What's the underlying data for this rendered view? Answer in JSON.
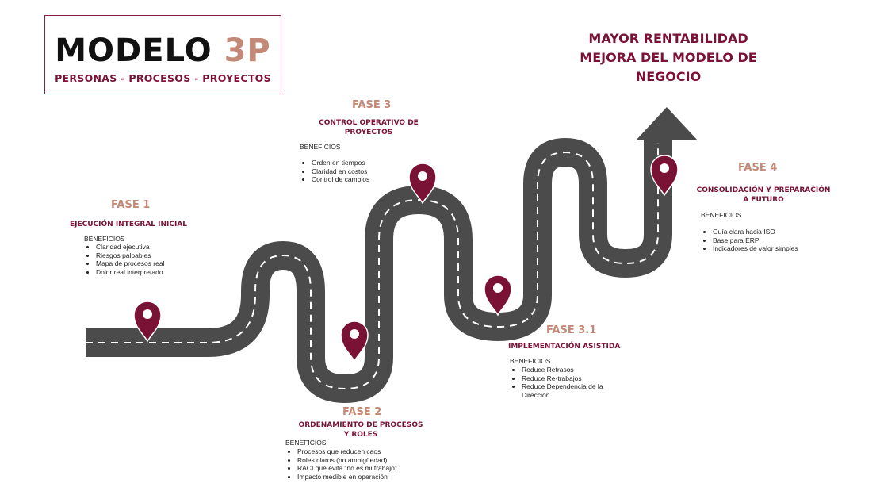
{
  "header": {
    "title_main": "MODELO",
    "title_accent": "3P",
    "subtitle": "PERSONAS - PROCESOS - PROYECTOS"
  },
  "goal": {
    "lines": [
      "MAYOR RENTABILIDAD",
      "MEJORA DEL MODELO DE",
      "NEGOCIO"
    ]
  },
  "colors": {
    "road": "#4b4b4b",
    "pin": "#7a1235",
    "phase_title": "#c38976",
    "dark_red": "#7a1235"
  },
  "phases": [
    {
      "id": "fase1",
      "title": "FASE 1",
      "subtitle": "EJECUCIÓN INTEGRAL INICIAL",
      "benefits_label": "BENEFICIOS",
      "benefits": [
        "Claridad ejecutiva",
        "Riesgos palpables",
        "Mapa de procesos real",
        "Dolor real interpretado"
      ]
    },
    {
      "id": "fase2",
      "title": "FASE 2",
      "subtitle_lines": [
        "ORDENAMIENTO DE PROCESOS",
        "Y ROLES"
      ],
      "benefits_label": "BENEFICIOS",
      "benefits": [
        "Procesos que reducen caos",
        "Roles claros (no ambigüedad)",
        "RACI que evita “no es mi trabajo”",
        "Impacto medible en operación"
      ]
    },
    {
      "id": "fase3",
      "title": "FASE 3",
      "subtitle_lines": [
        "CONTROL OPERATIVO DE",
        "PROYECTOS"
      ],
      "benefits_label": "BENEFICIOS",
      "benefits": [
        "Orden en tiempos",
        "Claridad en costos",
        "Control de cambios"
      ]
    },
    {
      "id": "fase31",
      "title": "FASE 3.1",
      "subtitle": "IMPLEMENTACIÓN ASISTIDA",
      "benefits_label": "BENEFICIOS",
      "benefits": [
        "Reduce Retrasos",
        "Reduce Re-trabajos",
        "Reduce Dependencia de la",
        "Dirección"
      ]
    },
    {
      "id": "fase4",
      "title": "FASE 4",
      "subtitle_lines": [
        "CONSOLIDACIÓN Y PREPARACIÓN",
        "A FUTURO"
      ],
      "benefits_label": "BENEFICIOS",
      "benefits": [
        "Guía clara hacia ISO",
        "Base para ERP",
        "Indicadores de valor simples"
      ]
    }
  ]
}
